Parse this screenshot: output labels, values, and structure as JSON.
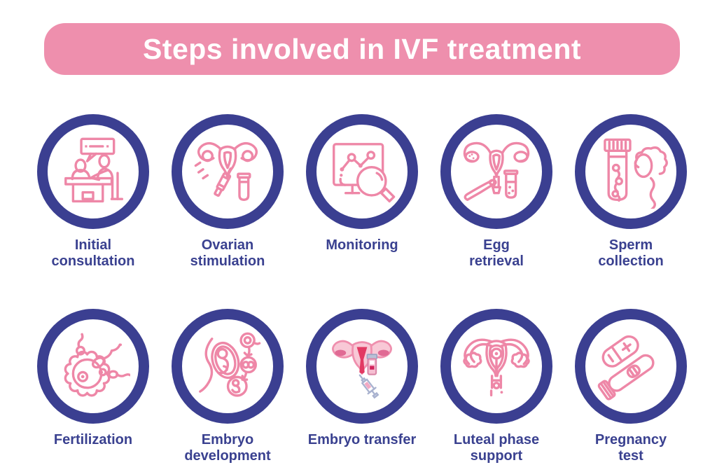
{
  "title": "Steps involved in IVF treatment",
  "colors": {
    "banner_pink": "#ee8fad",
    "title_text": "#ffffff",
    "circle_ring_navy": "#3b3f91",
    "icon_line_pink": "#ee87a7",
    "label_navy": "#3a4190",
    "transfer_fill_light": "#f8c8d6",
    "transfer_fill_crimson": "#e23a63",
    "syringe_gray": "#a9b2cf",
    "background": "#ffffff"
  },
  "steps": [
    {
      "label": "Initial\nconsultation",
      "icon": "consultation-icon"
    },
    {
      "label": "Ovarian\nstimulation",
      "icon": "ovarian-stimulation-icon"
    },
    {
      "label": "Monitoring",
      "icon": "monitoring-icon"
    },
    {
      "label": "Egg\nretrieval",
      "icon": "egg-retrieval-icon"
    },
    {
      "label": "Sperm\ncollection",
      "icon": "sperm-collection-icon"
    },
    {
      "label": "Fertilization",
      "icon": "fertilization-icon"
    },
    {
      "label": "Embryo\ndevelopment",
      "icon": "embryo-development-icon"
    },
    {
      "label": "Embryo transfer",
      "icon": "embryo-transfer-icon"
    },
    {
      "label": "Luteal phase\nsupport",
      "icon": "luteal-phase-support-icon"
    },
    {
      "label": "Pregnancy\ntest",
      "icon": "pregnancy-test-icon"
    }
  ]
}
